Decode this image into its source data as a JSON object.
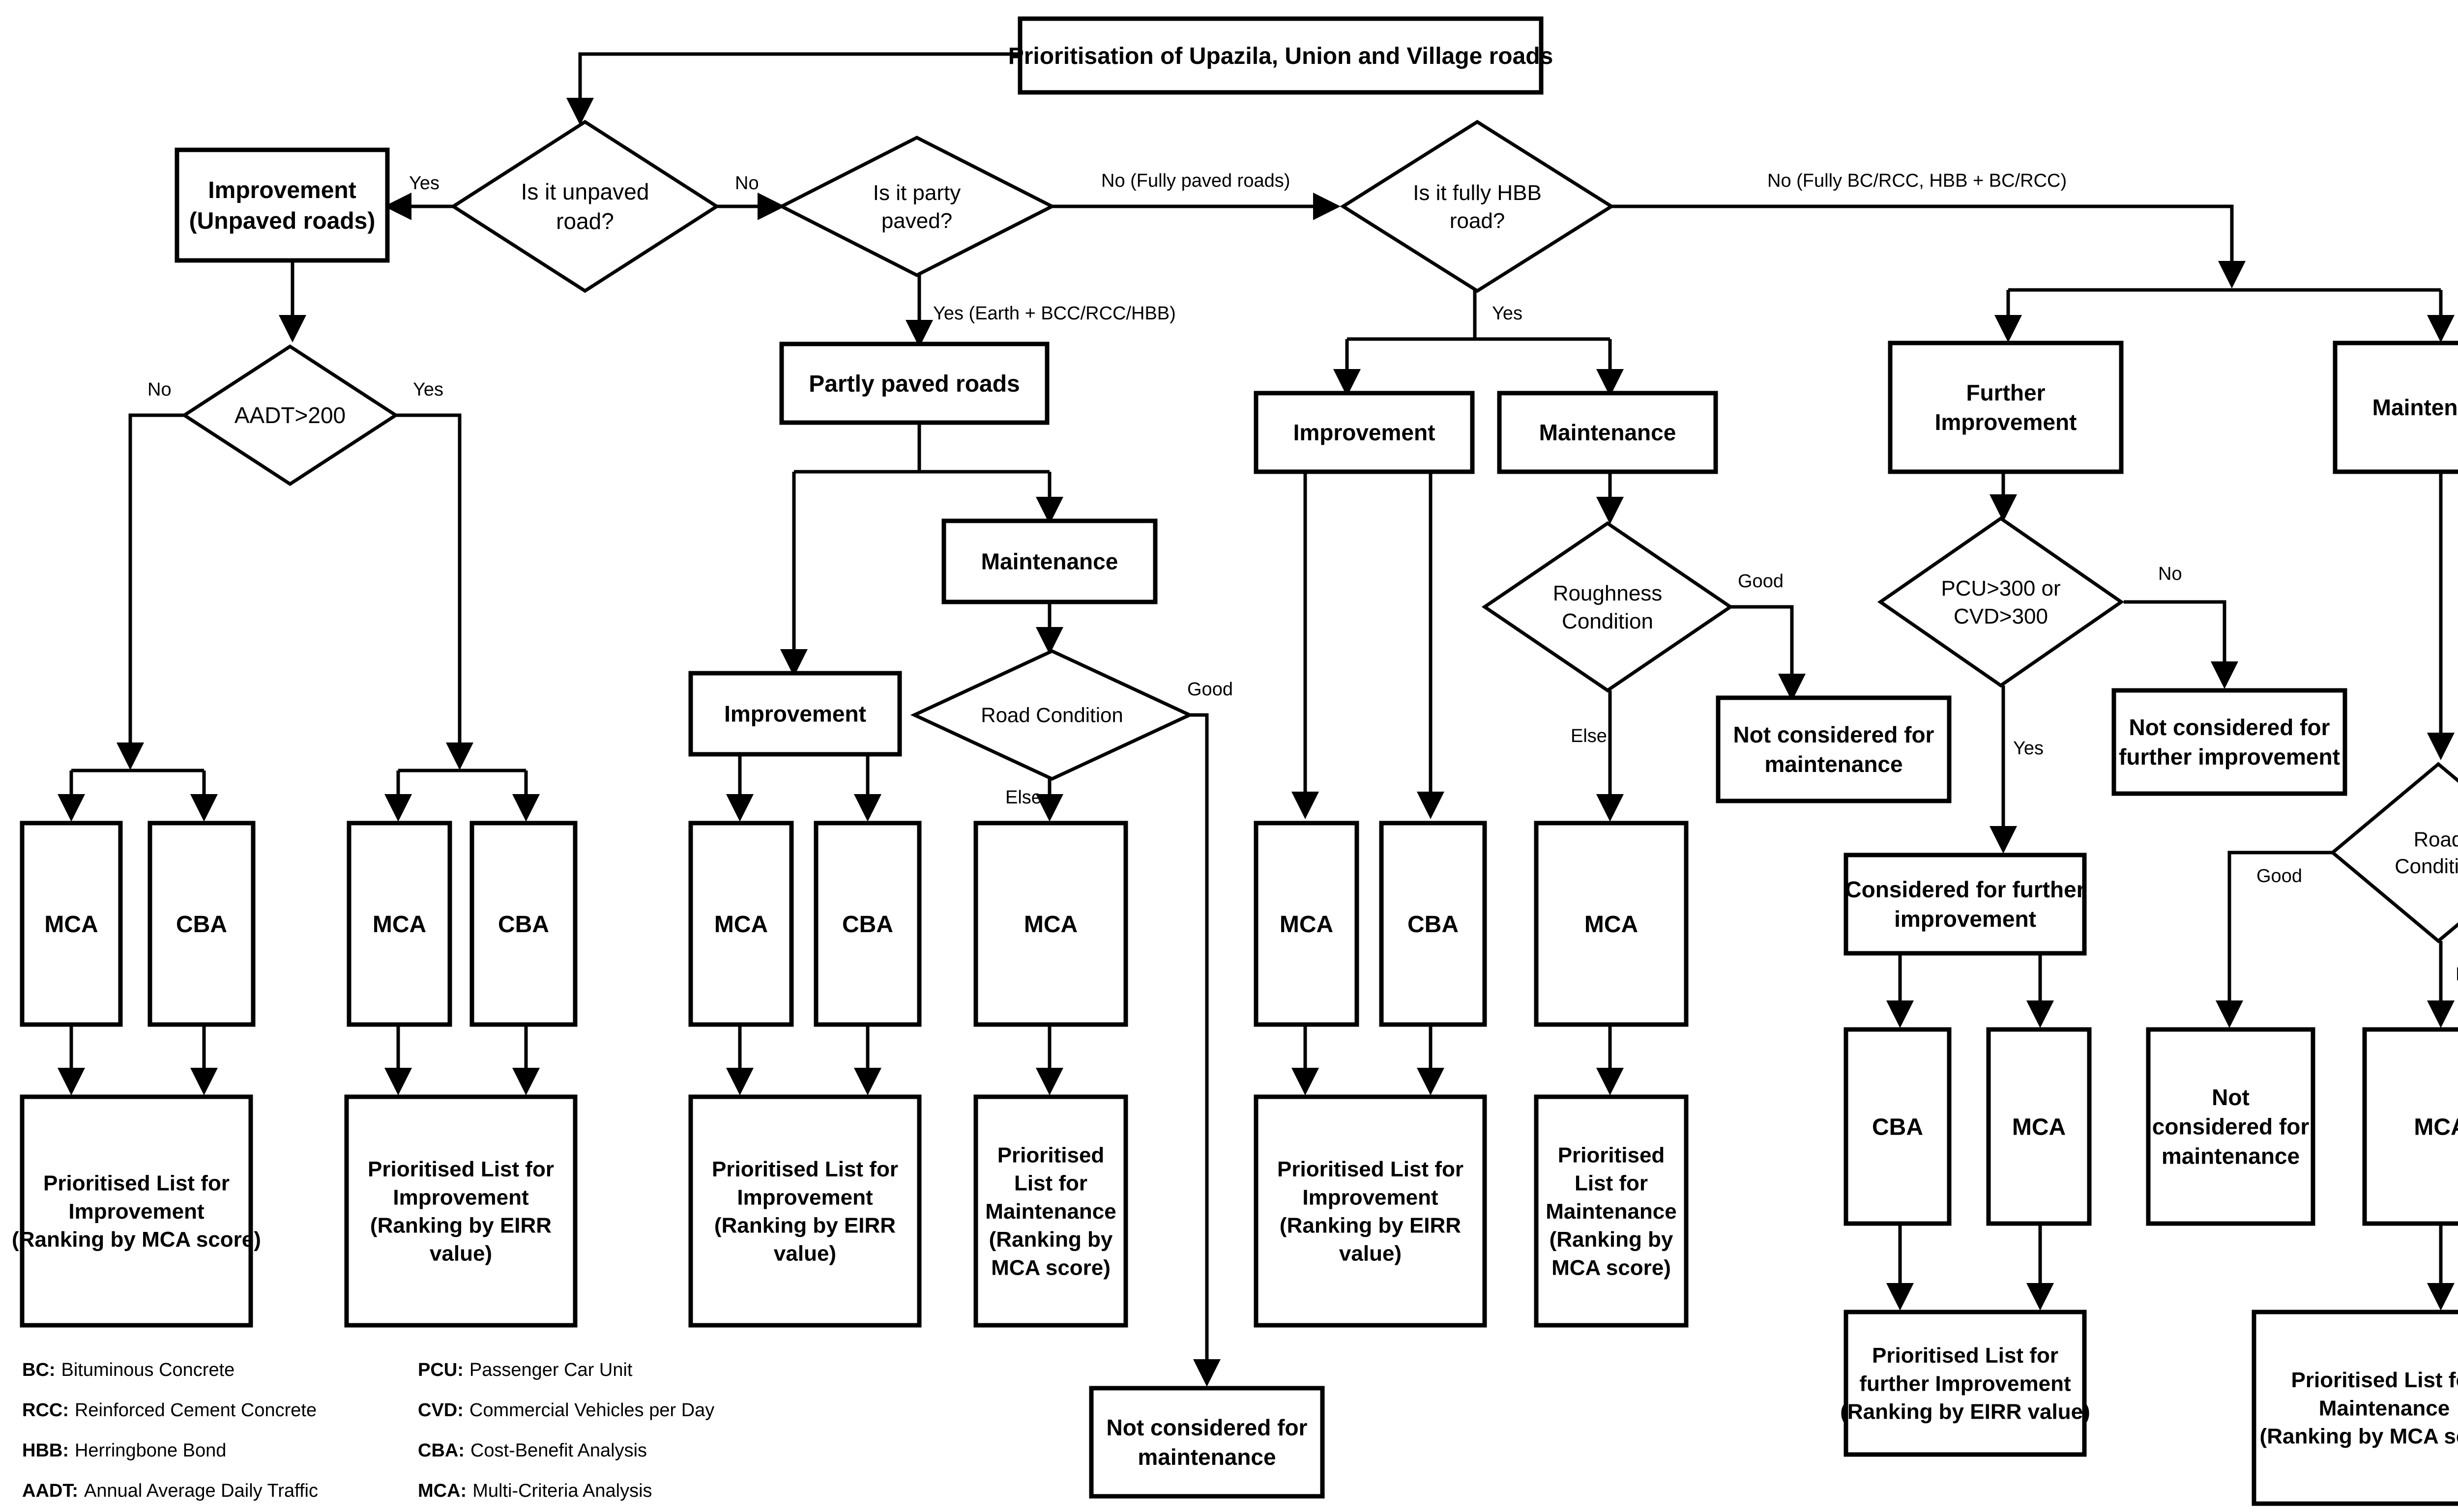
{
  "title": "Prioritisation of Upazila, Union and Village roads",
  "decisions": {
    "unpaved": [
      "Is it unpaved",
      "road?"
    ],
    "partly": [
      "Is it party",
      "paved?"
    ],
    "hbb": [
      "Is it fully HBB",
      "road?"
    ],
    "aadt": [
      "AADT>200"
    ],
    "road_condition_1": [
      "Road Condition"
    ],
    "roughness": [
      "Roughness",
      "Condition"
    ],
    "pcu": [
      "PCU>300 or",
      "CVD>300"
    ],
    "road_condition_2": [
      "Road",
      "Condition"
    ]
  },
  "boxes": {
    "improvement_unpaved": [
      "Improvement",
      "(Unpaved roads)"
    ],
    "partly_paved_roads": [
      "Partly paved roads"
    ],
    "maintenance_partly": [
      "Maintenance"
    ],
    "improvement_partly": [
      "Improvement"
    ],
    "improvement_hbb": [
      "Improvement"
    ],
    "maintenance_hbb": [
      "Maintenance"
    ],
    "not_considered_hbb": [
      "Not considered for",
      "maintenance"
    ],
    "further_improvement": [
      "Further",
      "Improvement"
    ],
    "maintenance_bc": [
      "Maintenance"
    ],
    "not_considered_further": [
      "Not considered for",
      "further improvement"
    ],
    "considered_further": [
      "Considered for further",
      "improvement"
    ],
    "not_considered_bc": [
      "Not",
      "considered for",
      "maintenance"
    ],
    "not_considered_partly": [
      "Not considered for",
      "maintenance"
    ]
  },
  "methods": {
    "mca": "MCA",
    "cba": "CBA"
  },
  "results": {
    "unpaved_low": [
      "Prioritised List for",
      "Improvement",
      "(Ranking by MCA score)"
    ],
    "unpaved_high": [
      "Prioritised List for",
      "Improvement",
      "(Ranking by EIRR",
      "value)"
    ],
    "partly_improvement": [
      "Prioritised List for",
      "Improvement",
      "(Ranking by EIRR",
      "value)"
    ],
    "partly_maintenance": [
      "Prioritised",
      "List for",
      "Maintenance",
      "(Ranking by",
      "MCA score)"
    ],
    "hbb_improvement": [
      "Prioritised List for",
      "Improvement",
      "(Ranking by EIRR",
      "value)"
    ],
    "hbb_maintenance": [
      "Prioritised",
      "List for",
      "Maintenance",
      "(Ranking by",
      "MCA score)"
    ],
    "further_improvement": [
      "Prioritised List for",
      "further Improvement",
      "(Ranking by EIRR value)"
    ],
    "bc_maintenance": [
      "Prioritised List for",
      "Maintenance",
      "(Ranking by MCA score)"
    ]
  },
  "edge_labels": {
    "yes": "Yes",
    "no": "No",
    "good": "Good",
    "else": "Else",
    "no_fully_paved": "No (Fully paved roads)",
    "yes_partly": "Yes (Earth + BCC/RCC/HBB)",
    "no_fully_bc": "No (Fully BC/RCC, HBB + BC/RCC)"
  },
  "legend": [
    {
      "abbr": "BC:",
      "desc": "Bituminous Concrete"
    },
    {
      "abbr": "RCC:",
      "desc": "Reinforced Cement Concrete"
    },
    {
      "abbr": "HBB:",
      "desc": "Herringbone Bond"
    },
    {
      "abbr": "AADT:",
      "desc": "Annual Average Daily Traffic"
    },
    {
      "abbr": "PCU:",
      "desc": "Passenger Car Unit"
    },
    {
      "abbr": "CVD:",
      "desc": "Commercial Vehicles per Day"
    },
    {
      "abbr": "CBA:",
      "desc": "Cost-Benefit Analysis"
    },
    {
      "abbr": "MCA:",
      "desc": "Multi-Criteria Analysis"
    }
  ]
}
